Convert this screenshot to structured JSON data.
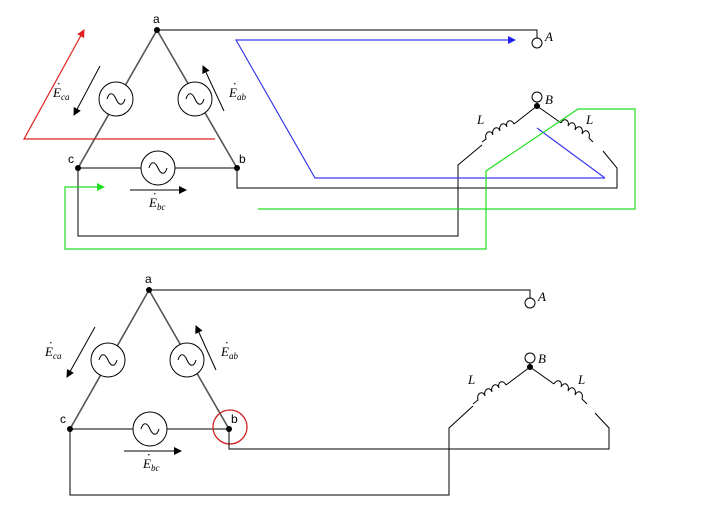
{
  "nodes": {
    "a": "a",
    "b": "b",
    "c": "c"
  },
  "terminals": {
    "A": "A",
    "B": "B"
  },
  "inductor_label": "L",
  "emf": {
    "ab": {
      "main": "E",
      "sub": "ab"
    },
    "ca": {
      "main": "E",
      "sub": "ca"
    },
    "bc": {
      "main": "E",
      "sub": "bc"
    }
  },
  "source_symbol": "∿",
  "colors": {
    "wire": "#000000",
    "delta_side": "#555555",
    "red_path": "#e02020",
    "blue_path": "#3a3af0",
    "green_path": "#22dd22",
    "highlight_circle": "#d02020"
  }
}
